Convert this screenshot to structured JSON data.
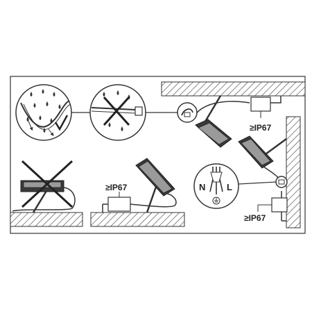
{
  "labels": {
    "rating_ceiling": "≥IP67",
    "rating_floor": "≥IP67",
    "rating_wall": "≥IP67",
    "neutral": "N",
    "live": "L"
  },
  "colors": {
    "line": "#333333",
    "hatch": "#555555",
    "fixture_dark": "#3a3a3a",
    "fixture_light": "#d0d0d0",
    "background": "#ffffff"
  },
  "icons": [
    "water-drops-icon",
    "checkmark-icon",
    "prohibited-cross-icon",
    "ground-symbol-icon"
  ]
}
